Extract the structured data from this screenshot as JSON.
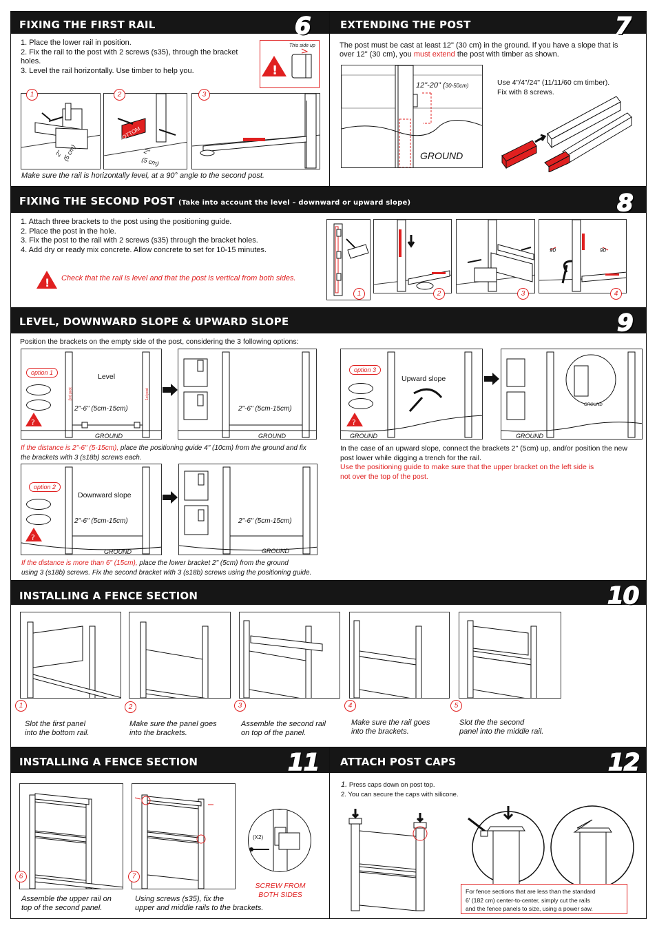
{
  "s6": {
    "title": "FIXING THE  FIRST RAIL",
    "num": "6",
    "steps": "1. Place the lower rail in position.\n2. Fix the rail to the post with 2 screws (s35), through the bracket holes.\n3. Level the rail horizontally. Use timber to help you.",
    "this_side_up": "This side up",
    "fig_nums": [
      "1",
      "2",
      "3"
    ],
    "dim_a": "2\"\n(5 cm)",
    "dim_b": "2\"\n(5 cm)",
    "bottom": "BOTTOM",
    "caption": "Make sure the rail is horizontally level, at a 90° angle to the second post."
  },
  "s7": {
    "title": "EXTENDING THE POST",
    "num": "7",
    "text_a": "The post must be cast at least 12\" (30 cm) in the ground. If you have a slope that is",
    "text_b_pre": " over 12\" (30 cm), you ",
    "text_b_red": "must extend",
    "text_b_post": " the post with timber as shown.",
    "depth": "12\"-20\" (",
    "depth_cm": "30-50cm)",
    "ground": "GROUND",
    "timber": "Use 4\"/4\"/24\" (11/11/60 cm timber).\nFix with 8 screws."
  },
  "s8": {
    "title": "FIXING THE SECOND POST",
    "title_note": "(Take into account the level – downward or upward slope)",
    "num": "8",
    "steps": "1. Attach three brackets to the post using the positioning guide.\n2. Place the post in the hole.\n3. Fix the post to the rail with 2 screws (s35) through the bracket holes.\n4. Add dry or ready mix concrete. Allow concrete to set for 10-15 minutes.",
    "warning": "Check that the rail is level and that the post is vertical from both sides.",
    "fig_nums": [
      "1",
      "2",
      "3",
      "4"
    ],
    "angle_a": "90",
    "angle_b": "90"
  },
  "s9": {
    "title": "LEVEL, DOWNWARD SLOPE & UPWARD SLOPE",
    "num": "9",
    "intro": "Position the brackets on the empty side of the post, considering the 3 following options:",
    "option1": "option 1",
    "level": "Level",
    "option2": "option 2",
    "downward": "Downward slope",
    "option3": "option 3",
    "upward": "Upward slope",
    "dist": "2\"-6\" (5cm-15cm)",
    "ground": "GROUND",
    "ground_small": "GROUND",
    "post1": "1st post",
    "post2": "2nd post",
    "q": "?",
    "note1_red": "If the distance is 2\"-6\" (5-15cm),",
    "note1_rest": " place the positioning guide 4\" (10cm) from the ground and fix",
    "note1_b": "the brackets with 3 (s18b) screws each.",
    "note2_red": "If the distance is more than 6\" (15cm),",
    "note2_rest": " place the lower bracket 2\" (5cm) from the ground",
    "note2_b": "using 3 (s18b) screws. Fix the second bracket with 3 (s18b) screws using the positioning guide.",
    "up_text": "In the case of an upward slope, connect the brackets 2\" (5cm) up, and/or position the new post lower while digging a trench for the rail.",
    "up_red": "Use the positioning guide to make sure that the upper bracket on the left side is\nnot over the top of the post."
  },
  "s10": {
    "title": "INSTALLING A FENCE SECTION",
    "num": "10",
    "fig_nums": [
      "1",
      "2",
      "3",
      "4",
      "5"
    ],
    "captions": [
      "Slot the first panel\ninto the bottom rail.",
      "Make sure the panel goes\ninto the brackets.",
      "Assemble the second rail\non top of the panel.",
      "Make sure the rail goes\ninto the brackets.",
      "Slot the the second\npanel into the middle rail."
    ]
  },
  "s11": {
    "title": "INSTALLING A FENCE SECTION",
    "num": "11",
    "fig_nums": [
      "6",
      "7"
    ],
    "captions": [
      "Assemble the upper rail on\ntop of the second panel.",
      "Using screws (s35), fix the\nupper and middle rails to the brackets."
    ],
    "x2": "(X2)",
    "screw_note": "SCREW FROM\nBOTH SIDES"
  },
  "s12": {
    "title": "ATTACH POST CAPS",
    "num": "12",
    "step1_num": "1.",
    "step1": " Press caps down on post top.",
    "step2": "2. You can secure the caps with silicone.",
    "note": "For fence sections that are less than the standard\n6' (182 cm) center-to-center, simply cut the rails\nand the fence panels to size, using a power saw."
  }
}
